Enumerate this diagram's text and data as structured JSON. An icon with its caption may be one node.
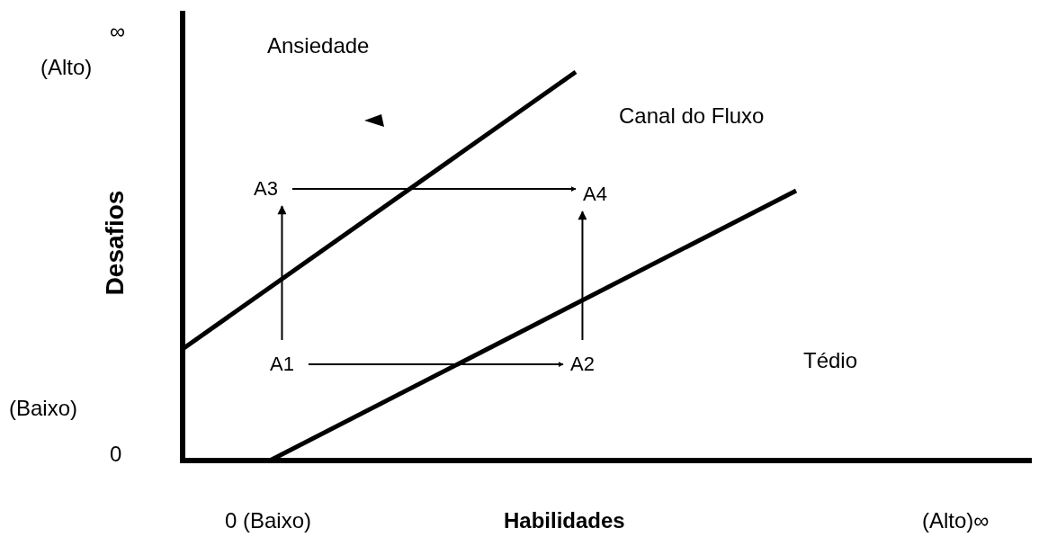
{
  "diagram": {
    "nodes": [
      {
        "text": [
          "A1"
        ]
      },
      {
        "text": [
          "A2"
        ]
      },
      {
        "text": [
          "A3"
        ]
      },
      {
        "text": [
          "A4"
        ]
      }
    ],
    "edges": [
      {
        "from": 0,
        "to": 1,
        "arrow": "to"
      },
      {
        "from": 0,
        "to": 2,
        "arrow": "to"
      },
      {
        "from": 2,
        "to": 3,
        "arrow": "to"
      },
      {
        "from": 1,
        "to": 3,
        "arrow": "to"
      }
    ],
    "labels": [
      "∞",
      "(Alto)",
      "Ansiedade",
      "Canal do Fluxo",
      "Desafios",
      "Tédio",
      "(Baixo)",
      "0",
      "0 (Baixo)",
      "Habilidades",
      "(Alto)∞"
    ]
  }
}
